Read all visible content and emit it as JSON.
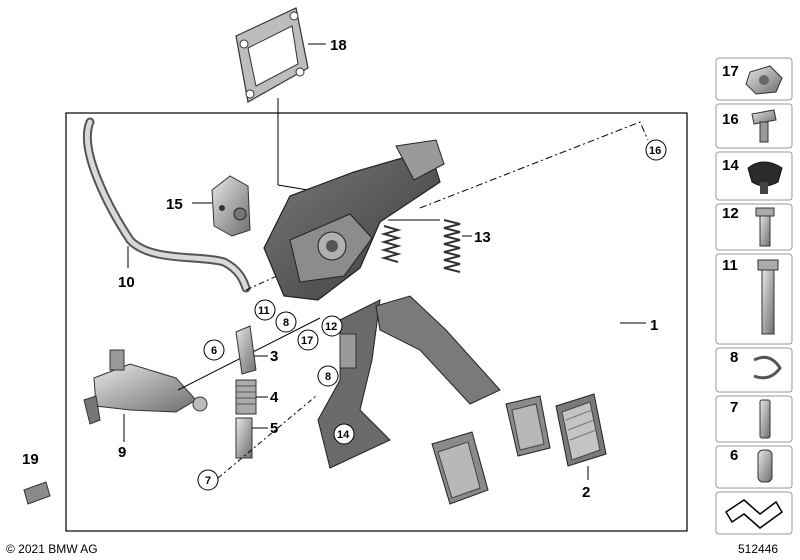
{
  "diagram": {
    "callouts": {
      "c1": "1",
      "c2": "2",
      "c3": "3",
      "c4": "4",
      "c5": "5",
      "c6": "6",
      "c7": "7",
      "c8a": "8",
      "c8b": "8",
      "c9": "9",
      "c10": "10",
      "c11": "11",
      "c12": "12",
      "c13": "13",
      "c14": "14",
      "c15": "15",
      "c16": "16",
      "c17": "17",
      "c18": "18",
      "c19": "19"
    },
    "sidebar": {
      "s17": "17",
      "s16": "16",
      "s14": "14",
      "s12": "12",
      "s11": "11",
      "s8": "8",
      "s7": "7",
      "s6": "6"
    },
    "footer": {
      "copyright": "© 2021 BMW AG",
      "diagram_number": "512446"
    }
  }
}
